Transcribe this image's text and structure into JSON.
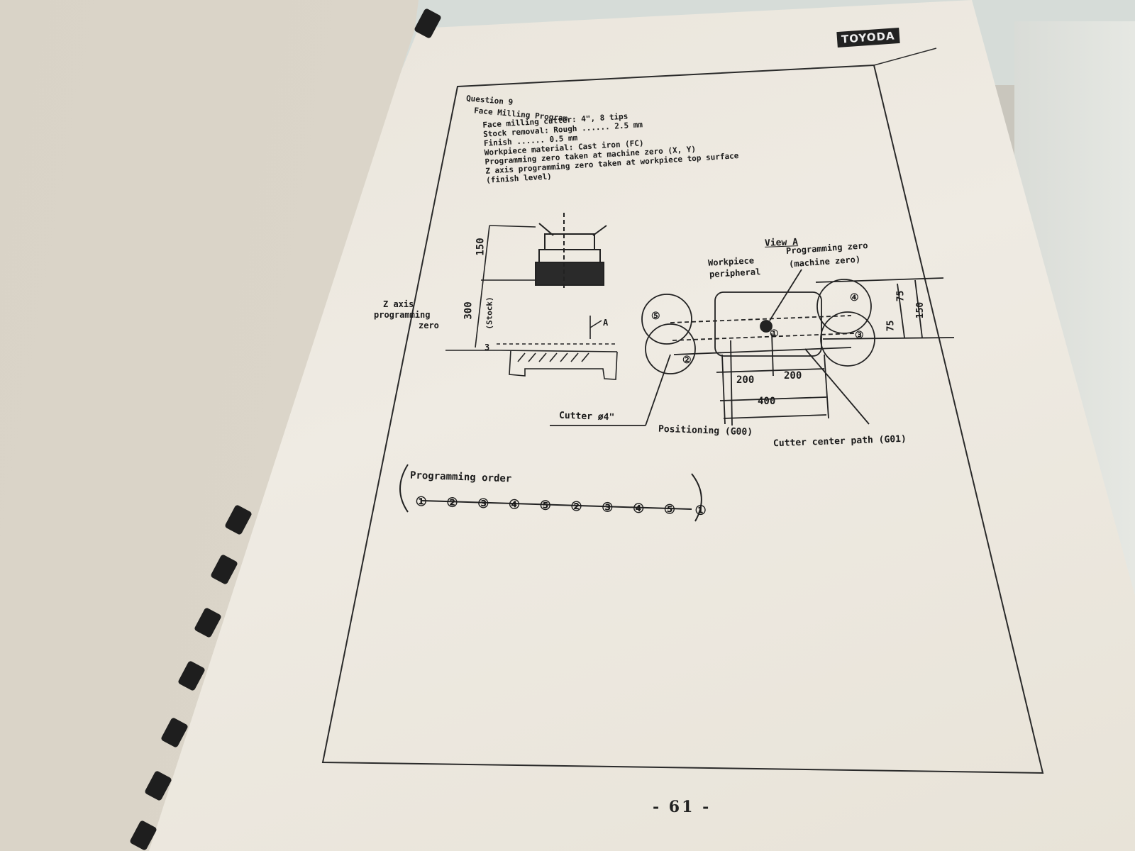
{
  "header": {
    "logo": "TOYODA"
  },
  "question": {
    "number": "Question 9",
    "title": "Face Milling Program",
    "spec_lines": [
      "Face milling cutter: 4\", 8 tips",
      "Stock removal:  Rough ...... 2.5 mm",
      "                Finish ...... 0.5 mm",
      "Workpiece material:  Cast iron (FC)",
      "Programming zero taken at machine zero (X, Y)",
      "Z axis programming zero taken at workpiece top surface",
      "  (finish level)"
    ]
  },
  "side_view": {
    "dim_150": "150",
    "dim_300": "300",
    "dim_stock": "(Stock)",
    "dim_3": "3",
    "z_label_1": "Z axis",
    "z_label_2": "programming",
    "z_label_3": "zero",
    "view_arrow": "A",
    "cutter_label": "Cutter ø4\""
  },
  "view_a": {
    "title": "View A",
    "workpiece_label_1": "Workpiece",
    "workpiece_label_2": "peripheral",
    "prog_zero_1": "Programming zero",
    "prog_zero_2": "(machine zero)",
    "dim_75_top": "75",
    "dim_75_bottom": "75",
    "dim_150": "150",
    "dim_200_left": "200",
    "dim_200_right": "200",
    "dim_400": "400",
    "positioning": "Positioning (G00)",
    "cutter_path": "Cutter center path (G01)",
    "markers": [
      "①",
      "②",
      "③",
      "④",
      "⑤"
    ]
  },
  "programming_order": {
    "title": "Programming order",
    "sequence": [
      "①",
      "②",
      "③",
      "④",
      "⑤",
      "②",
      "③",
      "④",
      "⑤",
      "①"
    ]
  },
  "footer": {
    "page_number": "- 61 -"
  }
}
